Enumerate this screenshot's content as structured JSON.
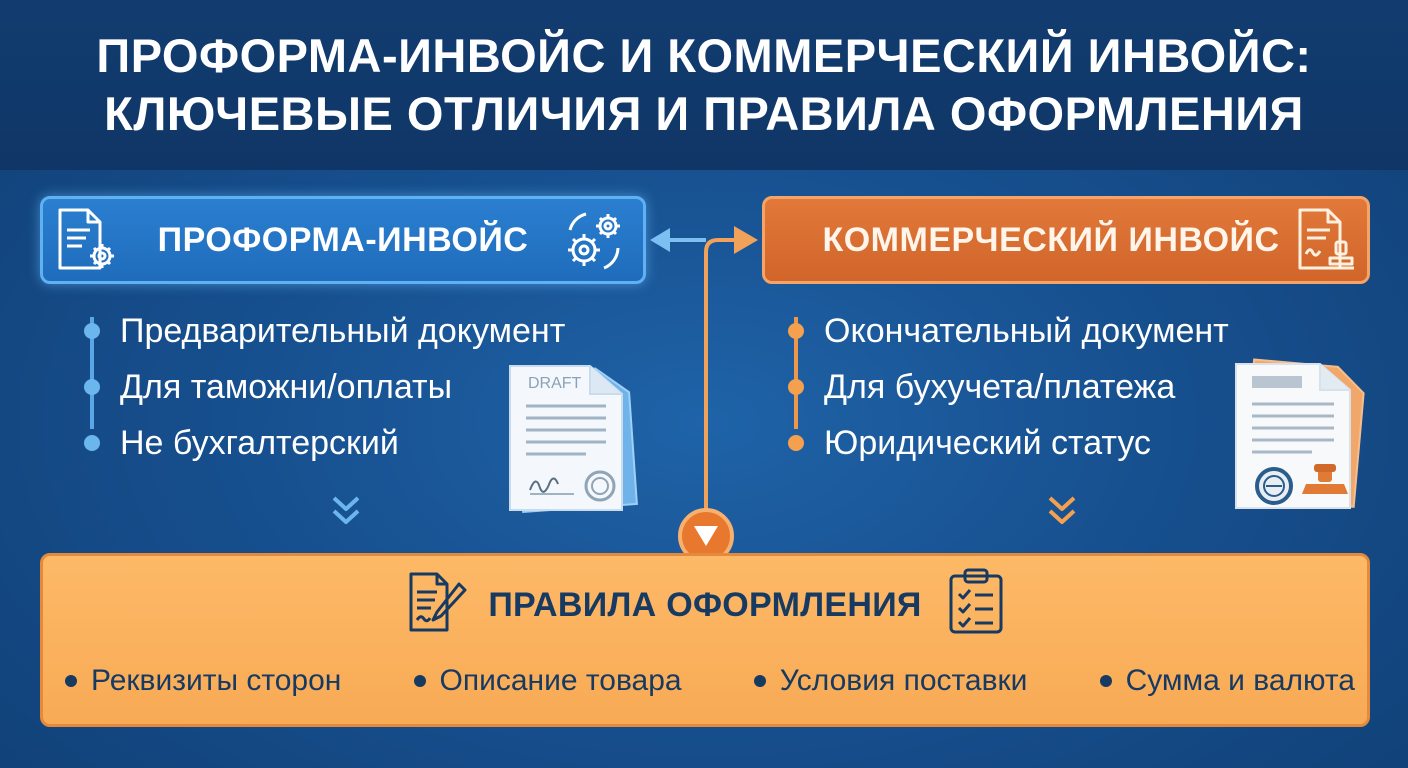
{
  "title": {
    "line1": "ПРОФОРМА-ИНВОЙС И КОММЕРЧЕСКИЙ ИНВОЙС:",
    "line2": "КЛЮЧЕВЫЕ ОТЛИЧИЯ И ПРАВИЛА ОФОРМЛЕНИЯ"
  },
  "proforma": {
    "label": "ПРОФОРМА-ИНВОЙС",
    "items": [
      "Предварительный документ",
      "Для таможни/оплаты",
      "Не бухгалтерский"
    ],
    "doc_watermark": "DRAFT",
    "icons": [
      "document-gear-icon",
      "gears-cycle-icon",
      "draft-document-icon",
      "double-chevron-down-icon"
    ]
  },
  "commercial": {
    "label": "КОММЕРЧЕСКИЙ ИНВОЙС",
    "items": [
      "Окончательный документ",
      "Для бухучета/платежа",
      "Юридический статус"
    ],
    "icons": [
      "document-stamp-icon",
      "stamped-document-icon",
      "double-chevron-down-icon"
    ]
  },
  "rules": {
    "title": "ПРАВИЛА ОФОРМЛЕНИЯ",
    "items": [
      "Реквизиты сторон",
      "Описание товара",
      "Условия поставки",
      "Сумма и валюта"
    ],
    "icons": [
      "document-pen-icon",
      "clipboard-checklist-icon"
    ]
  },
  "colors": {
    "background": "#17508f",
    "header": "#123c70",
    "proforma_box": "#2574c6",
    "commercial_box": "#d96f31",
    "rules_box": "#fbb15e",
    "rules_text": "#173a63",
    "connector": "#f0a25a"
  }
}
